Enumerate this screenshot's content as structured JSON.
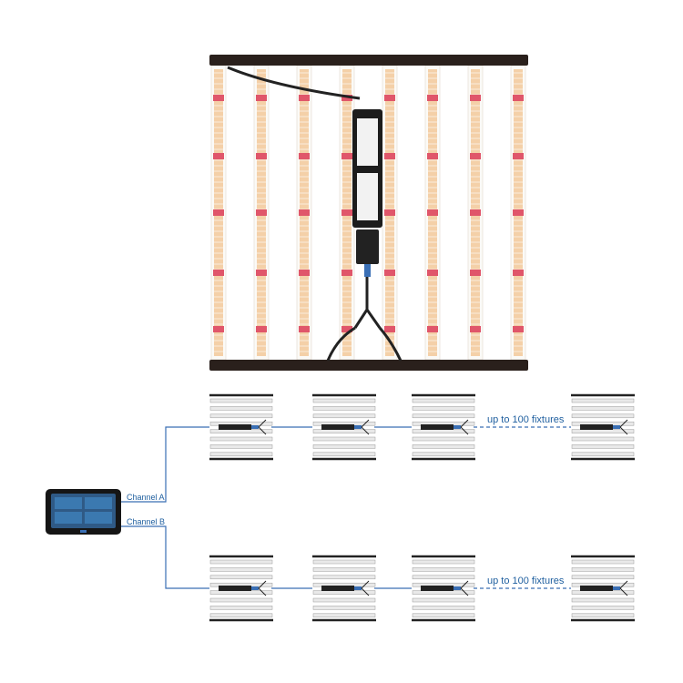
{
  "product": {
    "name": "led-grow-light-fixture",
    "bar_count": 8,
    "led_color_warm": "#f2c89a",
    "led_color_red": "#e0566a",
    "frame_color": "#2a201c",
    "driver_color": "#1c1c1c"
  },
  "diagram": {
    "controller": {
      "name": "touchscreen-controller",
      "screen_color": "#2f5a86"
    },
    "channels": [
      {
        "label": "Channel A",
        "note": "up to 100 fixtures"
      },
      {
        "label": "Channel B",
        "note": "up to 100 fixtures"
      }
    ],
    "fixtures_per_row_shown": 4,
    "wire_color": "#3a6fb5"
  }
}
